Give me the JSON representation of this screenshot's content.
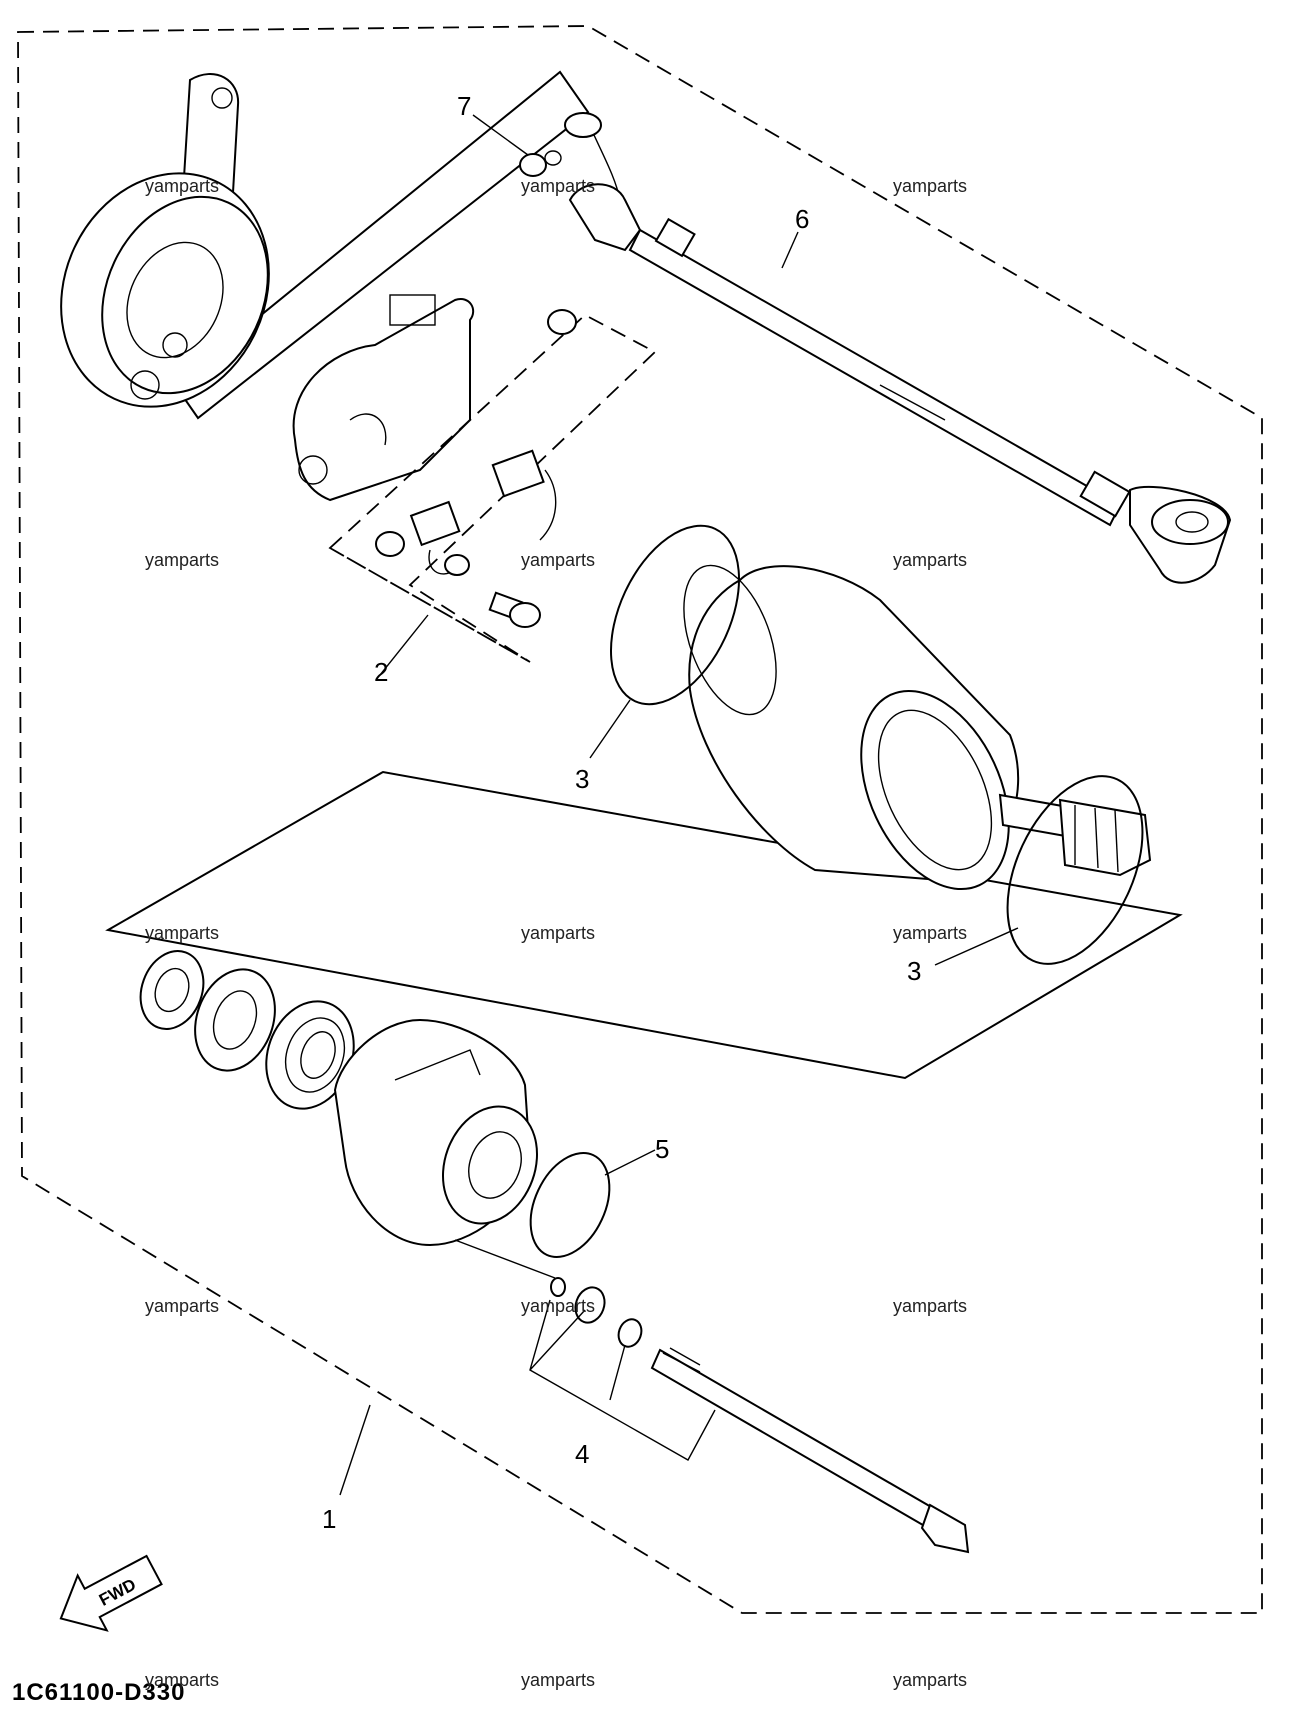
{
  "watermark": "yamparts",
  "callouts": {
    "p1": "1",
    "p2": "2",
    "p3a": "3",
    "p3b": "3",
    "p4": "4",
    "p5": "5",
    "p6": "6",
    "p7": "7"
  },
  "fwd_label": "FWD",
  "diagram_code": "1C61100-D330"
}
